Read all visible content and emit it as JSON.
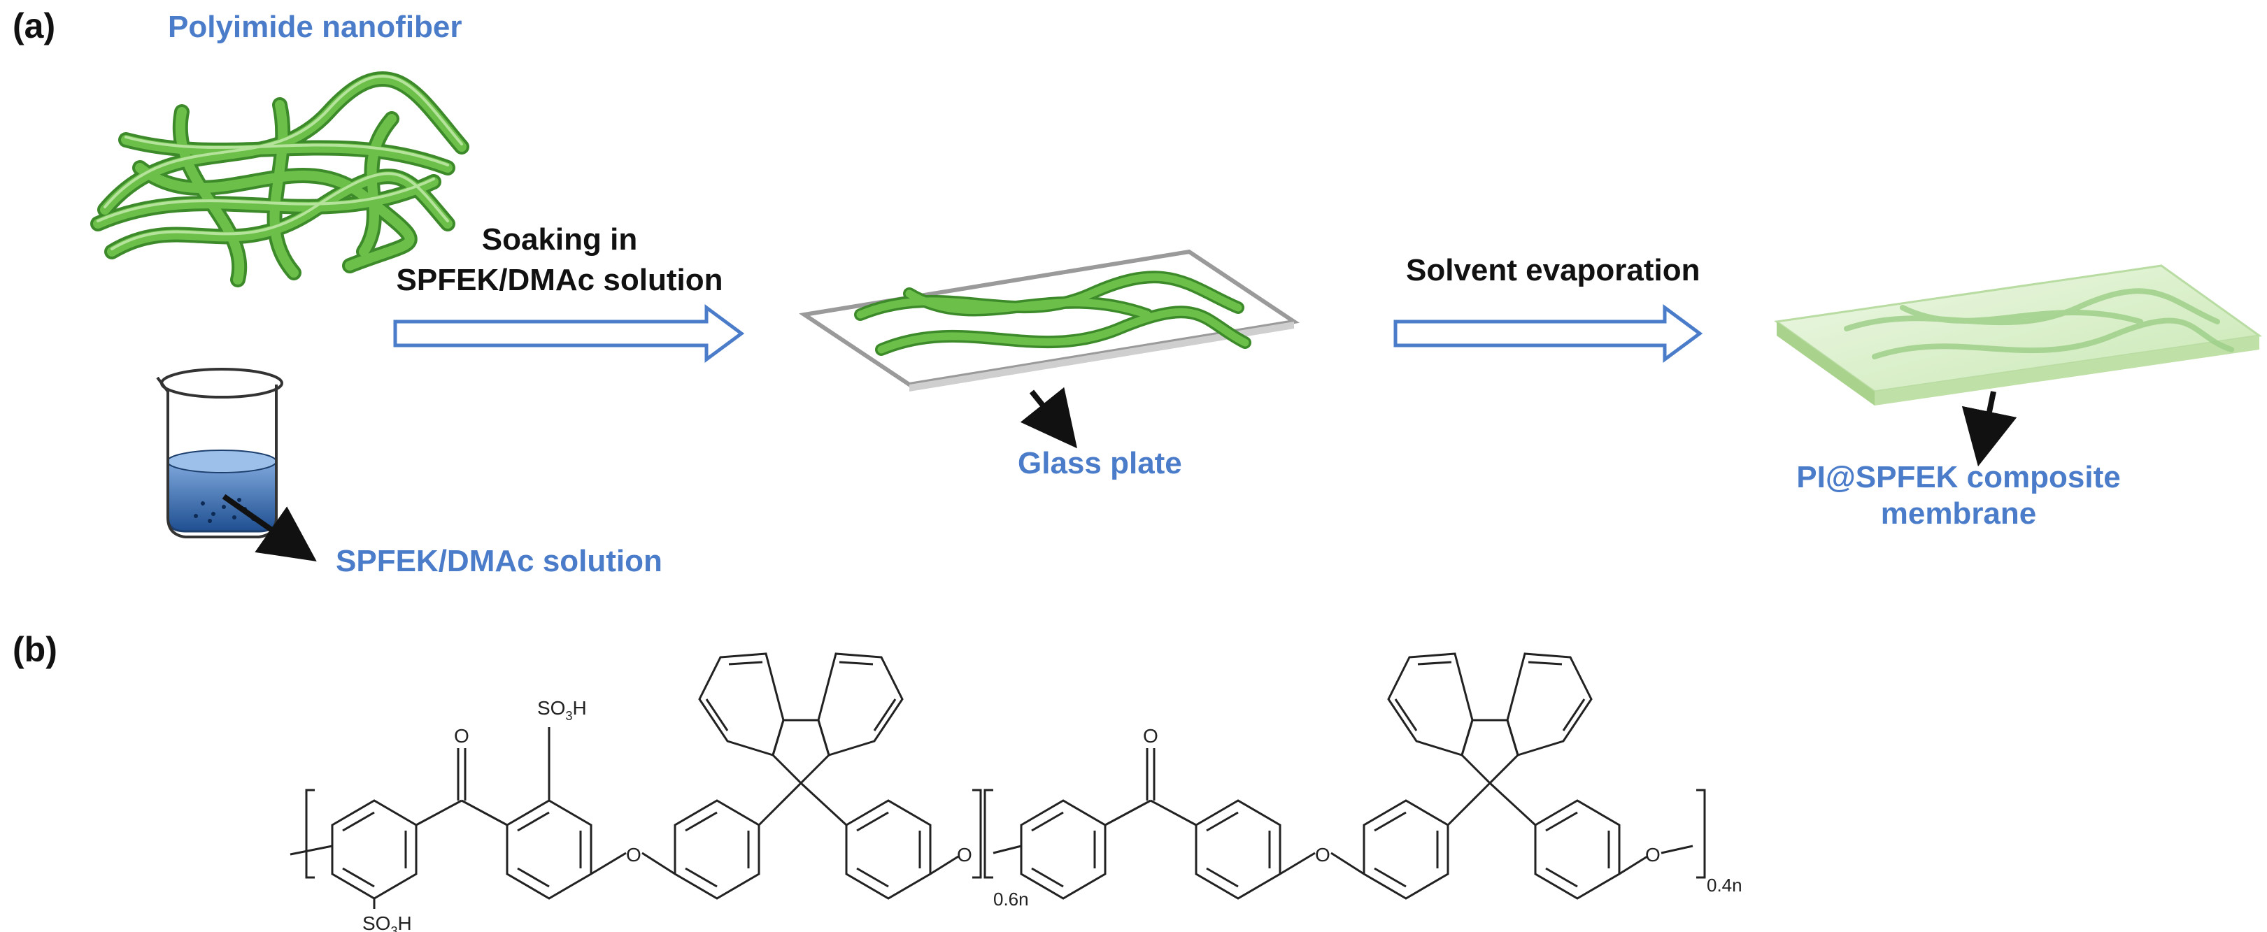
{
  "panel_a": {
    "label": "(a)",
    "nanofiber_label": "Polyimide nanofiber",
    "solution_label": "SPFEK/DMAc solution",
    "step1_line1": "Soaking in",
    "step1_line2": "SPFEK/DMAc solution",
    "glass_plate_label": "Glass plate",
    "step2_label": "Solvent evaporation",
    "membrane_line1": "PI@SPFEK composite",
    "membrane_line2": "membrane"
  },
  "panel_b": {
    "label": "(b)",
    "so3h_top": "SO",
    "so3h_bottom": "SO",
    "sub_3": "3",
    "h": "H",
    "oxygen": "O",
    "sub_06n": "0.6n",
    "sub_04n": "0.4n"
  },
  "colors": {
    "label_blue": "#4a7cc9",
    "arrow_blue": "#4a7cc9",
    "fiber_green": "#6cc04a",
    "fiber_dark": "#3d8a2a",
    "membrane_green": "#d7efc8",
    "solution_blue": "#2f5f9e"
  }
}
